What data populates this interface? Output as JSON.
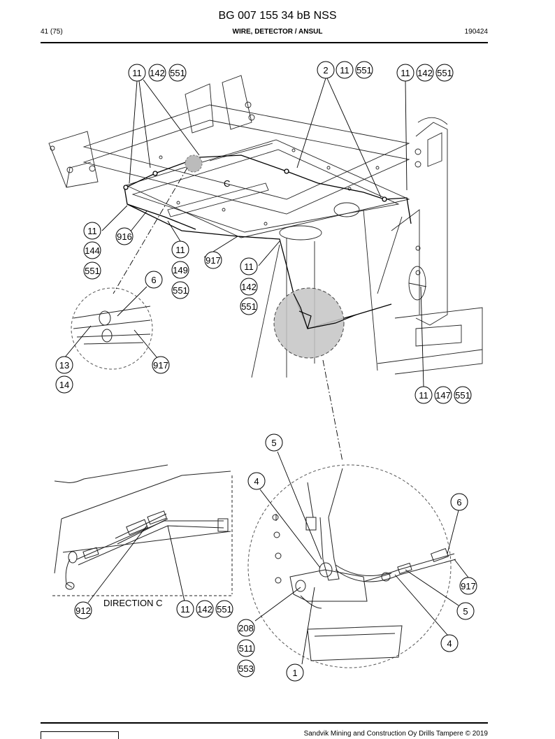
{
  "header": {
    "doc_number": "BG 007 155 34 bB NSS",
    "page": "41 (75)",
    "section_title": "WIRE, DETECTOR / ANSUL",
    "date_code": "190424"
  },
  "drawing": {
    "detail_c_letter": "C",
    "direction_label": "DIRECTION C",
    "callouts": {
      "c1": "11",
      "c2": "142",
      "c3": "551",
      "c4": "2",
      "c5": "11",
      "c6": "551",
      "c7": "11",
      "c8": "142",
      "c9": "551",
      "c10": "11",
      "c11": "144",
      "c12": "551",
      "c13": "916",
      "c14": "11",
      "c15": "149",
      "c16": "551",
      "c17": "917",
      "c18": "11",
      "c19": "142",
      "c20": "551",
      "c21": "6",
      "c22": "13",
      "c23": "14",
      "c24": "917",
      "c25": "11",
      "c26": "147",
      "c27": "551",
      "c28": "5",
      "c29": "4",
      "c30": "6",
      "c31": "917",
      "c32": "5",
      "c33": "4",
      "c34": "912",
      "c35": "11",
      "c36": "142",
      "c37": "551",
      "c38": "208",
      "c39": "511",
      "c40": "553",
      "c41": "1"
    }
  },
  "footer": {
    "copyright": "Sandvik Mining and Construction Oy Drills Tampere © 2019"
  }
}
